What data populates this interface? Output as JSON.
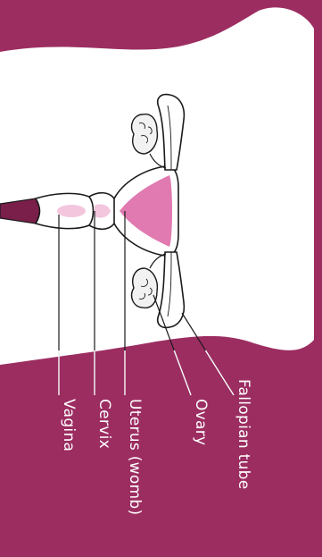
{
  "colors": {
    "band": "#9c2d61",
    "band_dark": "#7a1e4a",
    "organ_fill": "#ffffff",
    "outline": "#1a1a1a",
    "pink": "#e07ab0",
    "pink_light": "#f3c6de",
    "ovary_fill": "#f2f2f2",
    "leader": "#ffffff"
  },
  "labels": {
    "vagina": "Vagina",
    "cervix": "Cervix",
    "uterus": "Uterus (womb)",
    "ovary": "Ovary",
    "fallopian_tube": "Fallopian tube"
  }
}
